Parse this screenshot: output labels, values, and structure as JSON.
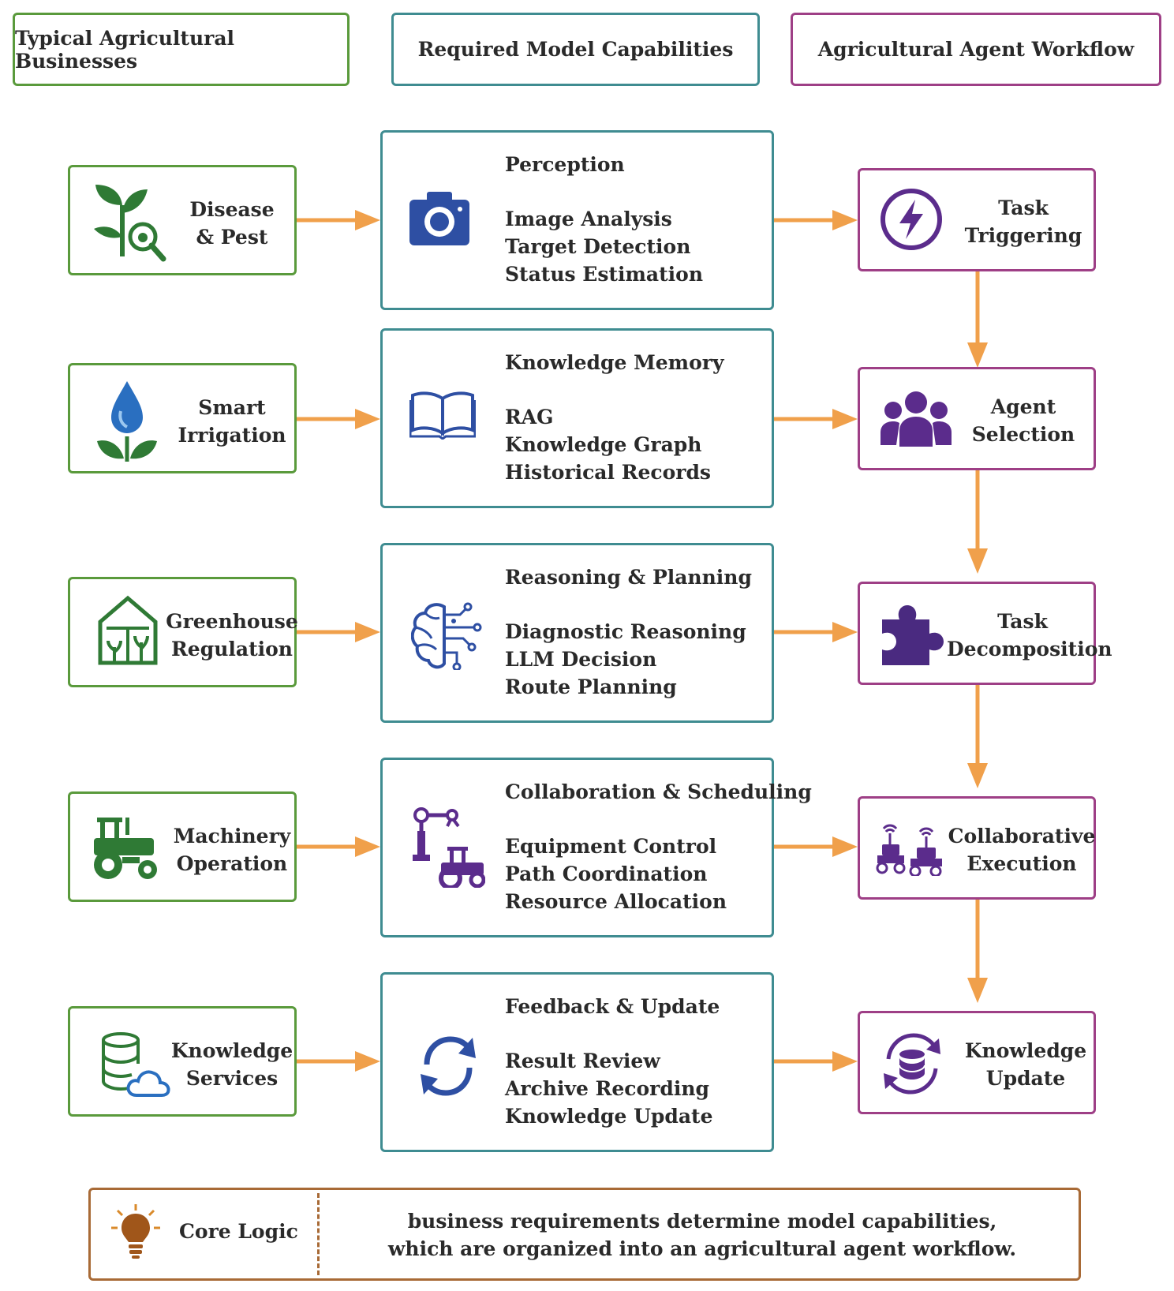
{
  "headers": {
    "business": "Typical Agricultural Businesses",
    "capabilities": "Required Model Capabilities",
    "workflow": "Agricultural Agent Workflow"
  },
  "businesses": [
    {
      "line1": "Disease",
      "line2": "& Pest",
      "icon": "plant-magnifier-icon"
    },
    {
      "line1": "Smart",
      "line2": "Irrigation",
      "icon": "water-drop-plant-icon"
    },
    {
      "line1": "Greenhouse",
      "line2": "Regulation",
      "icon": "greenhouse-icon"
    },
    {
      "line1": "Machinery",
      "line2": "Operation",
      "icon": "tractor-icon"
    },
    {
      "line1": "Knowledge",
      "line2": "Services",
      "icon": "database-cloud-icon"
    }
  ],
  "capabilities": [
    {
      "title": "Perception",
      "items": [
        "Image Analysis",
        "Target Detection",
        "Status Estimation"
      ],
      "icon": "camera-icon"
    },
    {
      "title": "Knowledge Memory",
      "items": [
        "RAG",
        "Knowledge Graph",
        "Historical Records"
      ],
      "icon": "open-book-icon"
    },
    {
      "title": "Reasoning & Planning",
      "items": [
        "Diagnostic Reasoning",
        "LLM Decision",
        "Route Planning"
      ],
      "icon": "brain-circuit-icon"
    },
    {
      "title": "Collaboration & Scheduling",
      "items": [
        "Equipment Control",
        "Path Coordination",
        "Resource Allocation"
      ],
      "icon": "robot-arm-tractor-icon"
    },
    {
      "title": "Feedback & Update",
      "items": [
        "Result Review",
        "Archive Recording",
        "Knowledge Update"
      ],
      "icon": "refresh-icon"
    }
  ],
  "workflow": [
    {
      "line1": "Task",
      "line2": "Triggering",
      "icon": "lightning-icon"
    },
    {
      "line1": "Agent",
      "line2": "Selection",
      "icon": "people-group-icon"
    },
    {
      "line1": "Task",
      "line2": "Decomposition",
      "icon": "puzzle-icon"
    },
    {
      "line1": "Collaborative",
      "line2": "Execution",
      "icon": "robots-icon"
    },
    {
      "line1": "Knowledge",
      "line2": "Update",
      "icon": "database-sync-icon"
    }
  ],
  "core": {
    "label": "Core Logic",
    "line1": "business requirements determine model capabilities,",
    "line2": "which are organized into an agricultural agent workflow.",
    "icon": "lightbulb-icon"
  },
  "colors": {
    "green": "#5a9a3c",
    "teal": "#3f8c91",
    "purple": "#9e3f86",
    "arrow": "#f0a04b",
    "brown": "#a86a36"
  }
}
